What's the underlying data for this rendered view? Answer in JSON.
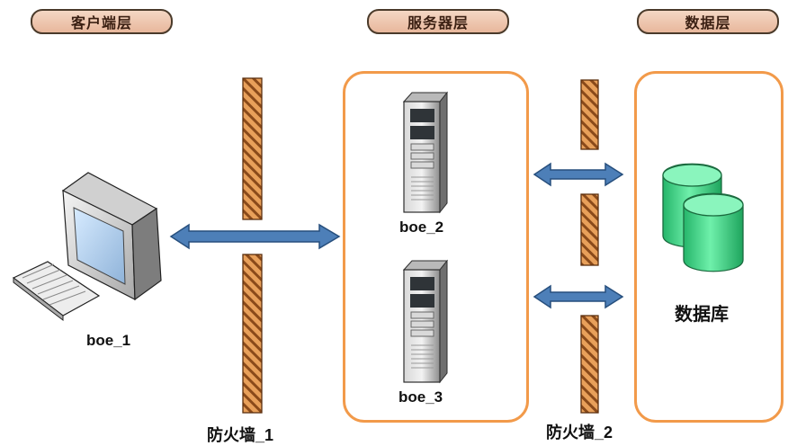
{
  "tiers": {
    "client": "客户端层",
    "server": "服务器层",
    "data": "数据层"
  },
  "nodes": {
    "client_machine": "boe_1",
    "server_a": "boe_2",
    "server_b": "boe_3",
    "database": "数据库"
  },
  "firewalls": {
    "first": "防火墙_1",
    "second": "防火墙_2"
  },
  "colors": {
    "zone_border": "#f29a4a",
    "arrow": "#3d6fa8",
    "firewall": "#d6843a",
    "database": "#3fd98a"
  }
}
